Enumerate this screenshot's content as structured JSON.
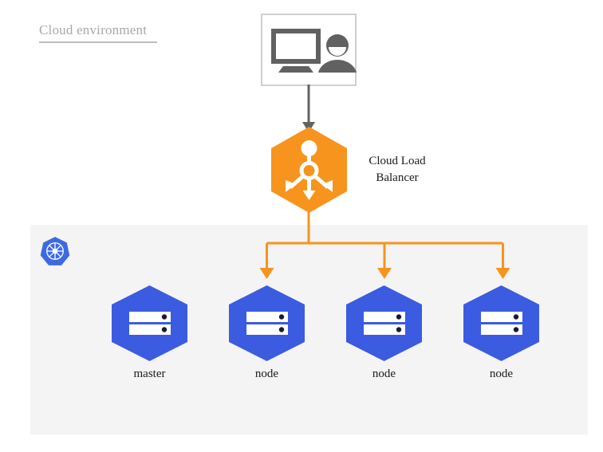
{
  "title": {
    "text": "Cloud environment"
  },
  "colors": {
    "orange": "#F7941D",
    "blue": "#3B5BE0",
    "k8s_blue": "#3E6AE1",
    "gray_icon": "#616161",
    "gray_border": "#cfcfcf",
    "panel_bg": "#f4f4f4",
    "title_gray": "#a8a8a8"
  },
  "client": {
    "name": "client-workstation",
    "icons": [
      "monitor-icon",
      "user-icon"
    ]
  },
  "load_balancer": {
    "label": "Cloud Load\nBalancer",
    "label_line1": "Cloud Load",
    "label_line2": "Balancer",
    "icon": "load-balancer-icon"
  },
  "cluster": {
    "logo": "kubernetes-icon",
    "nodes": [
      {
        "label": "master",
        "icon": "server-icon"
      },
      {
        "label": "node",
        "icon": "server-icon"
      },
      {
        "label": "node",
        "icon": "server-icon"
      },
      {
        "label": "node",
        "icon": "server-icon"
      }
    ]
  },
  "connectors": {
    "client_to_lb": "gray-arrow-down",
    "lb_to_nodes": "orange-fanout-arrows"
  }
}
